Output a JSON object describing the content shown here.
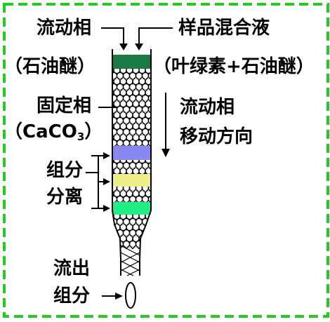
{
  "labels": {
    "mobile_phase": "流动相",
    "mobile_phase_detail": "（石油醚）",
    "sample": "样品混合液",
    "sample_detail": "（叶绿素+石油醚）",
    "stationary_phase": "固定相",
    "stationary_detail_open": "（CaCO",
    "stationary_detail_sub": "3",
    "stationary_detail_close": "）",
    "flow_direction_line1": "流动相",
    "flow_direction_line2": "移动方向",
    "separation_line1": "组分",
    "separation_line2": "分离",
    "elute_line1": "流出",
    "elute_line2": "组分"
  },
  "colors": {
    "border": "#22cc22",
    "solvent_layer": "#1a7a45",
    "band_1": "#8888ee",
    "band_2": "#eeee88",
    "band_3": "#22ee88"
  }
}
